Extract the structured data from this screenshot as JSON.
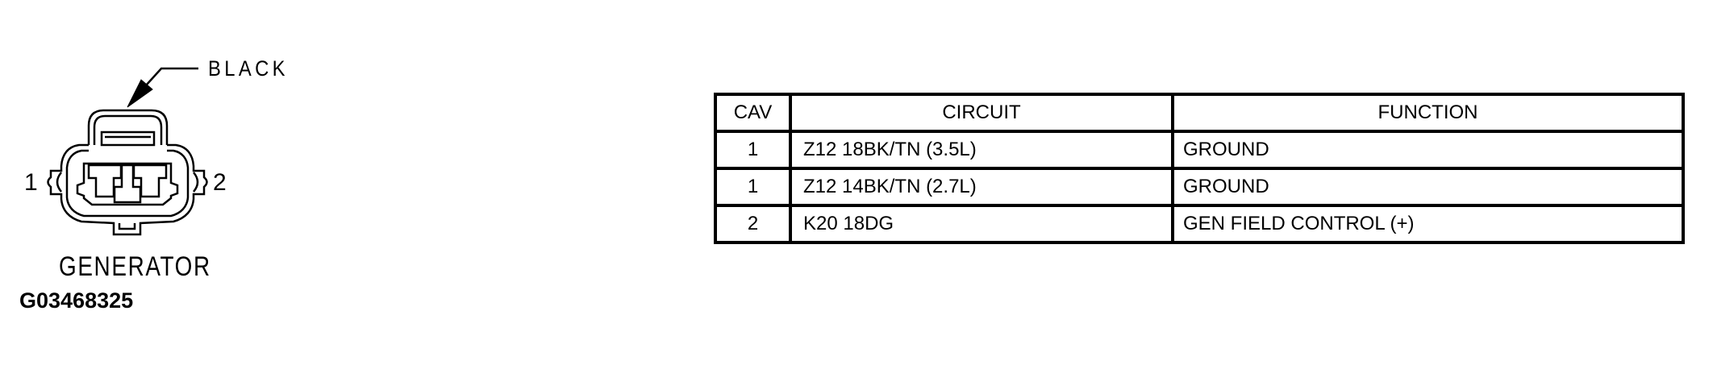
{
  "diagram": {
    "connector_color_label": "BLACK",
    "pin_left": "1",
    "pin_right": "2",
    "caption": "GENERATOR",
    "figure_id": "G03468325",
    "leader_arrow_icon": "filled-arrowhead"
  },
  "table": {
    "headers": [
      "CAV",
      "CIRCUIT",
      "FUNCTION"
    ],
    "rows": [
      {
        "cav": "1",
        "circuit": "Z12 18BK/TN (3.5L)",
        "function": "GROUND"
      },
      {
        "cav": "1",
        "circuit": "Z12 14BK/TN (2.7L)",
        "function": "GROUND"
      },
      {
        "cav": "2",
        "circuit": "K20 18DG",
        "function": "GEN FIELD CONTROL (+)"
      }
    ]
  },
  "colors": {
    "ink": "#000000",
    "background": "#ffffff"
  }
}
